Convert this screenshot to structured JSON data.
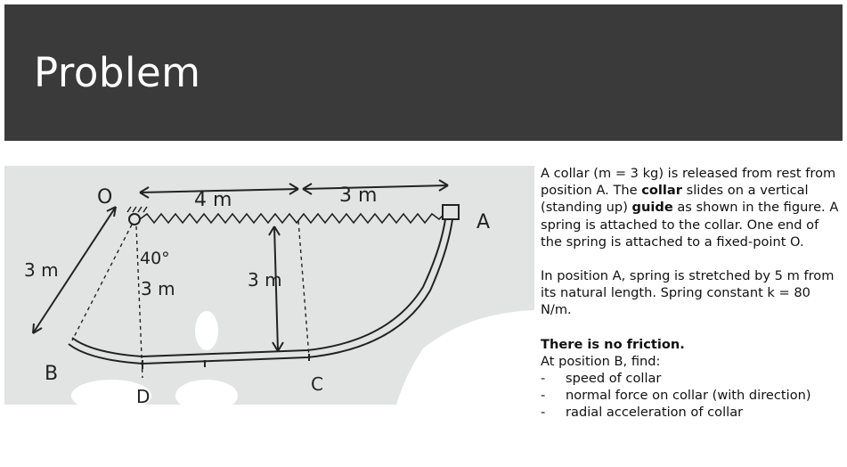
{
  "slide": {
    "title": "Problem"
  },
  "figure_labels": {
    "O": "O",
    "A": "A",
    "B": "B",
    "C": "C",
    "D": "D",
    "dim_4m": "4 m",
    "dim_3m_top": "3 m",
    "dim_3m_left": "3 m",
    "angle": "40°",
    "dim_3m_vert_od": "3 m",
    "dim_3m_vert_mid": "3 m"
  },
  "body": {
    "p1": {
      "t1": "A collar (m = 3 kg) is released from rest from position A. The ",
      "b1": "collar",
      "t2": " slides on a vertical (standing up) ",
      "b2": "guide",
      "t3": " as shown in the figure. A spring is attached to the collar. One end of the spring is attached to a fixed-point O."
    },
    "p2": "In position A, spring is stretched by 5 m from its natural length. Spring constant k = 80 N/m.",
    "p3_bold": "There is no friction.",
    "p4": "At position B, find:",
    "bullets": [
      {
        "dash": "-",
        "text": "speed of collar"
      },
      {
        "dash": "-",
        "text": "normal force on collar (with direction)"
      },
      {
        "dash": "-",
        "text": "radial acceleration of collar"
      }
    ]
  }
}
